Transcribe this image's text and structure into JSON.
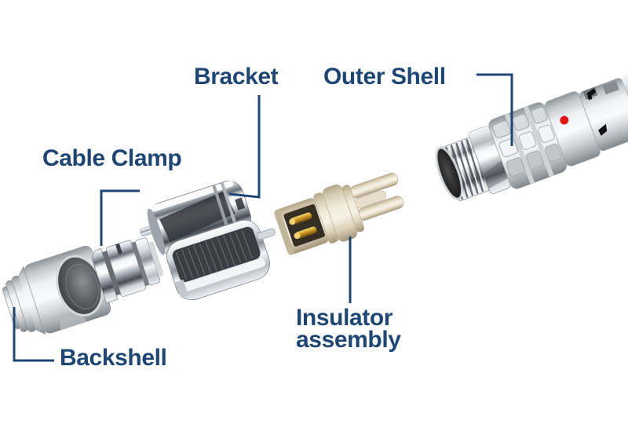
{
  "labels": {
    "bracket": "Bracket",
    "outer_shell": "Outer Shell",
    "cable_clamp": "Cable Clamp",
    "insulator_assembly": "Insulator\nassembly",
    "backshell": "Backshell"
  },
  "colors": {
    "label_text": "#1E4674",
    "callout_line": "#1E4674",
    "indicator_dot": "#E01414",
    "background": "#FFFFFF",
    "chrome_dark": "#454B53",
    "matte_metal": "#D4D7DA",
    "insulator_plastic": "#EFE9DA",
    "contact_gold": "#D9A62C"
  }
}
